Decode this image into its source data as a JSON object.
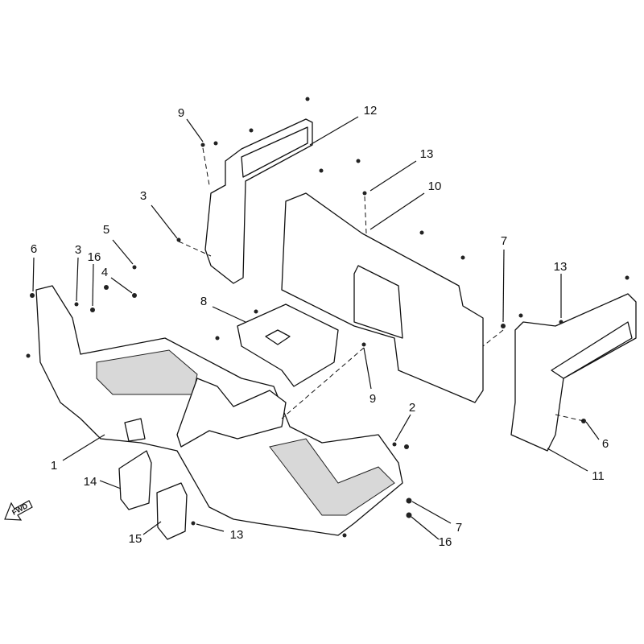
{
  "diagram": {
    "fwd_label": "FWD",
    "callouts": [
      "9",
      "12",
      "13",
      "10",
      "3",
      "5",
      "6",
      "3",
      "16",
      "4",
      "8",
      "7",
      "13",
      "9",
      "2",
      "1",
      "14",
      "6",
      "11",
      "7",
      "13",
      "15",
      "16"
    ]
  }
}
